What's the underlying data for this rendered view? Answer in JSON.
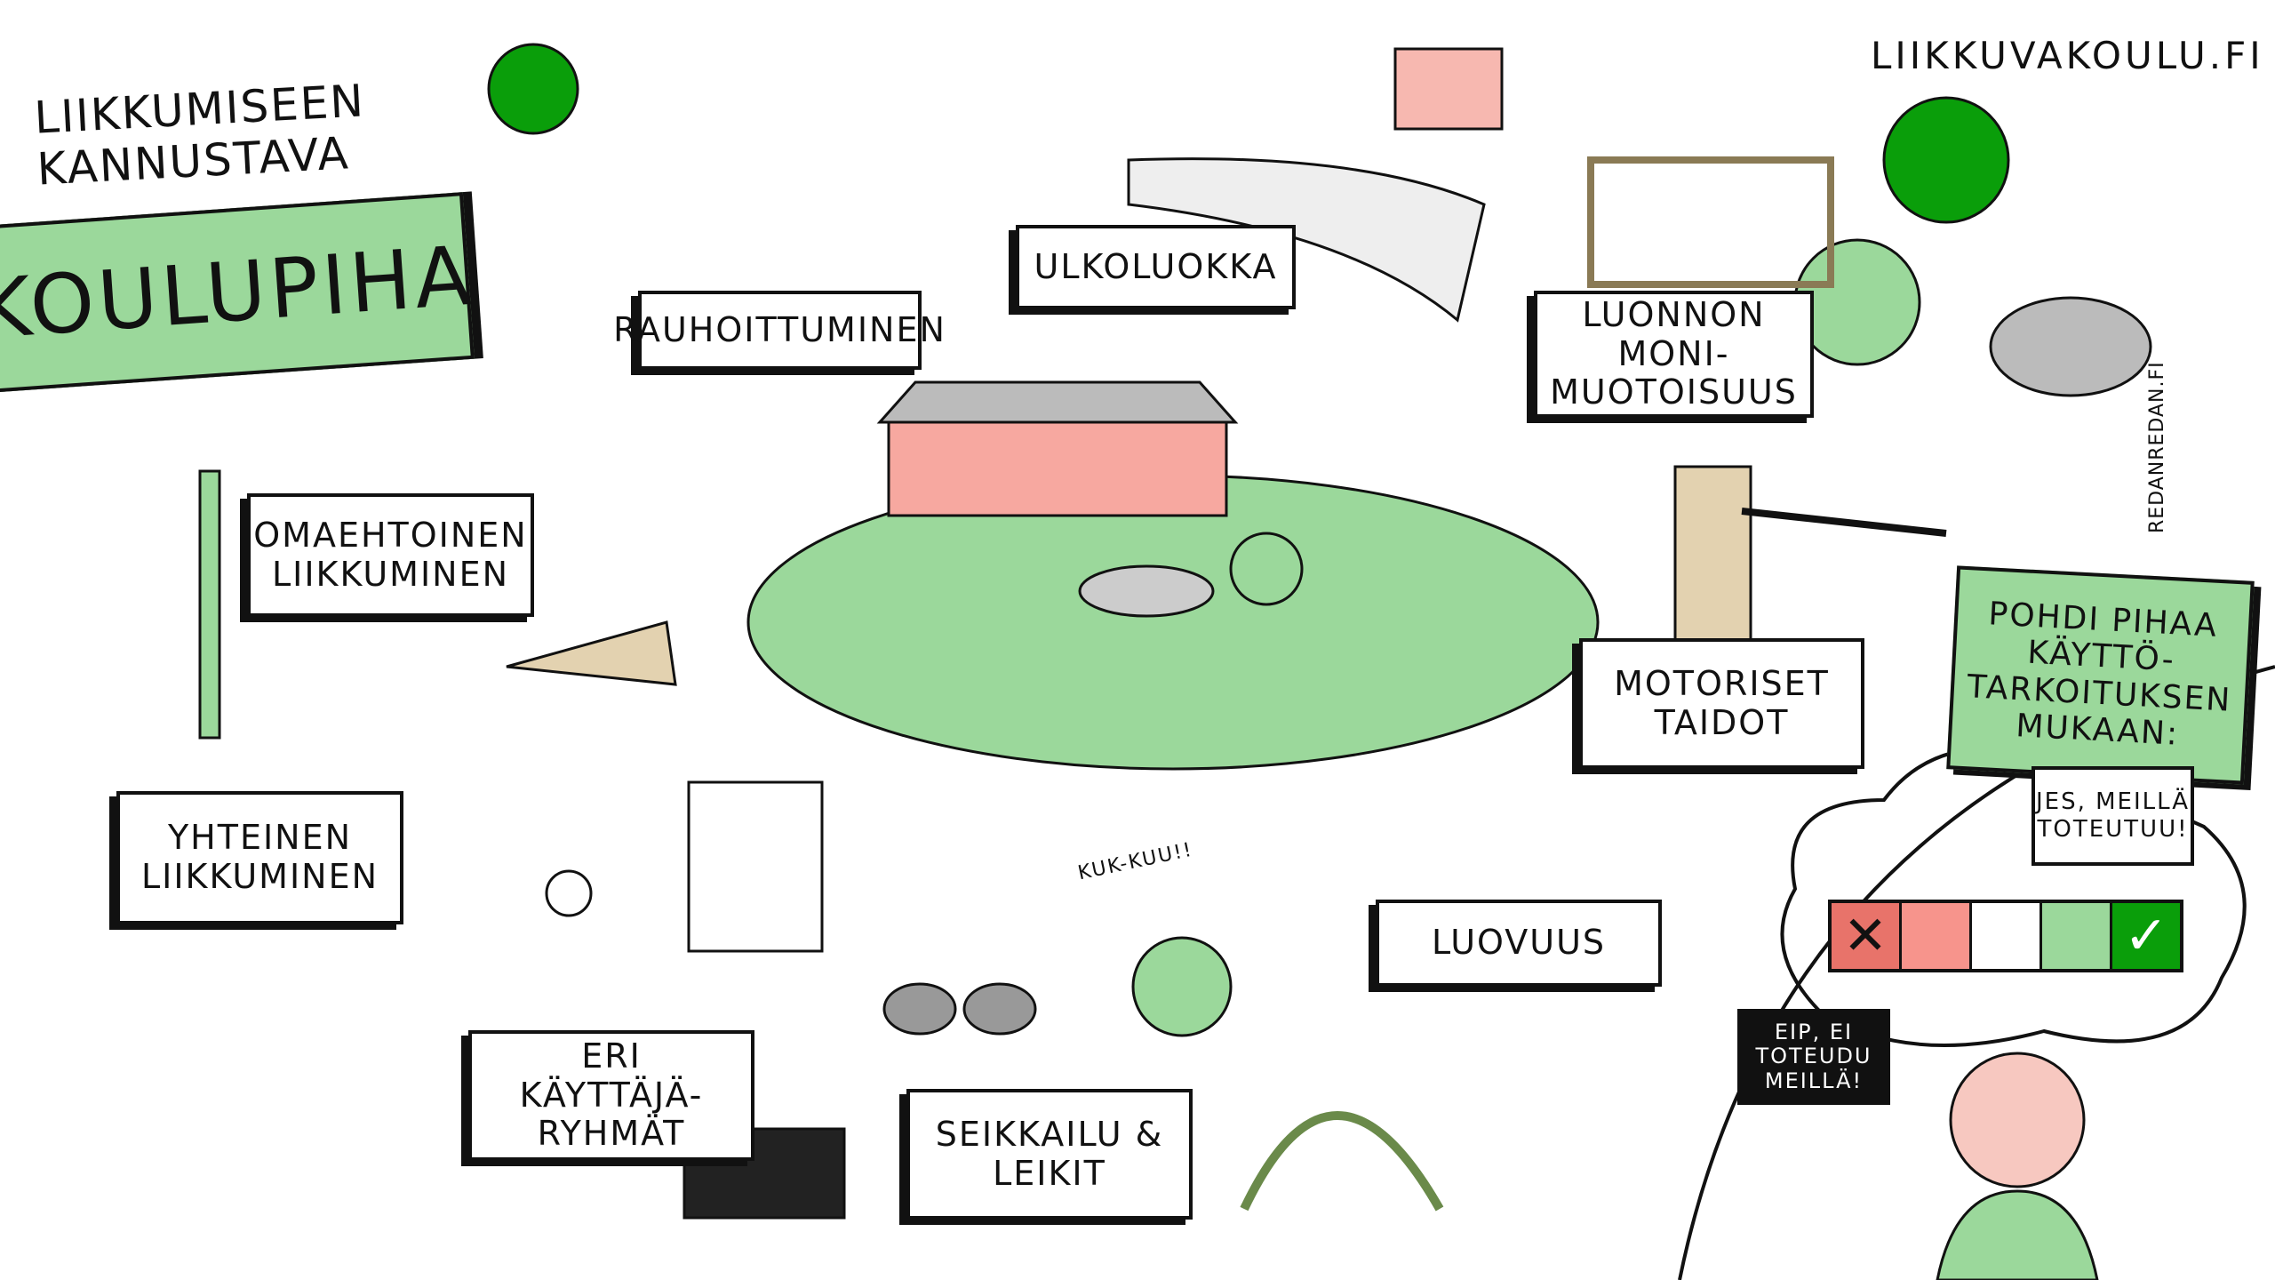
{
  "header": {
    "title_line1": "Liikkumiseen",
    "title_line2": "kannustava",
    "banner": "Koulupiha",
    "site": "Liikkuvakoulu.fi",
    "credit": "redanredan.fi"
  },
  "labels": {
    "rauhoittuminen": "Rauhoittuminen",
    "ulkoluokka": "Ulkoluokka",
    "luonnon": "Luonnon moni-muotoisuus",
    "omaehtoinen": "Omaehtoinen liikkuminen",
    "motoriset": "Motoriset taidot",
    "yhteinen": "Yhteinen liikkuminen",
    "eri": "Eri käyttäjä-ryhmät",
    "seikkailu": "Seikkailu & leikit",
    "luovuus": "Luovuus"
  },
  "prompt": {
    "text": "Pohdi pihaa käyttö-tarkoituksen mukaan:",
    "yes_bubble": "Jes, meillä toteutuu!",
    "no_bubble": "Eip, ei toteudu meillä!",
    "scale_colors": [
      "#e8736a",
      "#f7948c",
      "#ffffff",
      "#9bd89b",
      "#0a9e0a"
    ],
    "scale_marks": [
      "✕",
      "",
      "",
      "",
      "✓"
    ]
  },
  "speech": {
    "kukkuu": "Kuk-kuu!!"
  },
  "colors": {
    "green": "#9bd89b",
    "dark_green": "#0a9e0a",
    "red": "#e8736a",
    "pink": "#f7b8b0",
    "beige": "#e3d2b0"
  }
}
